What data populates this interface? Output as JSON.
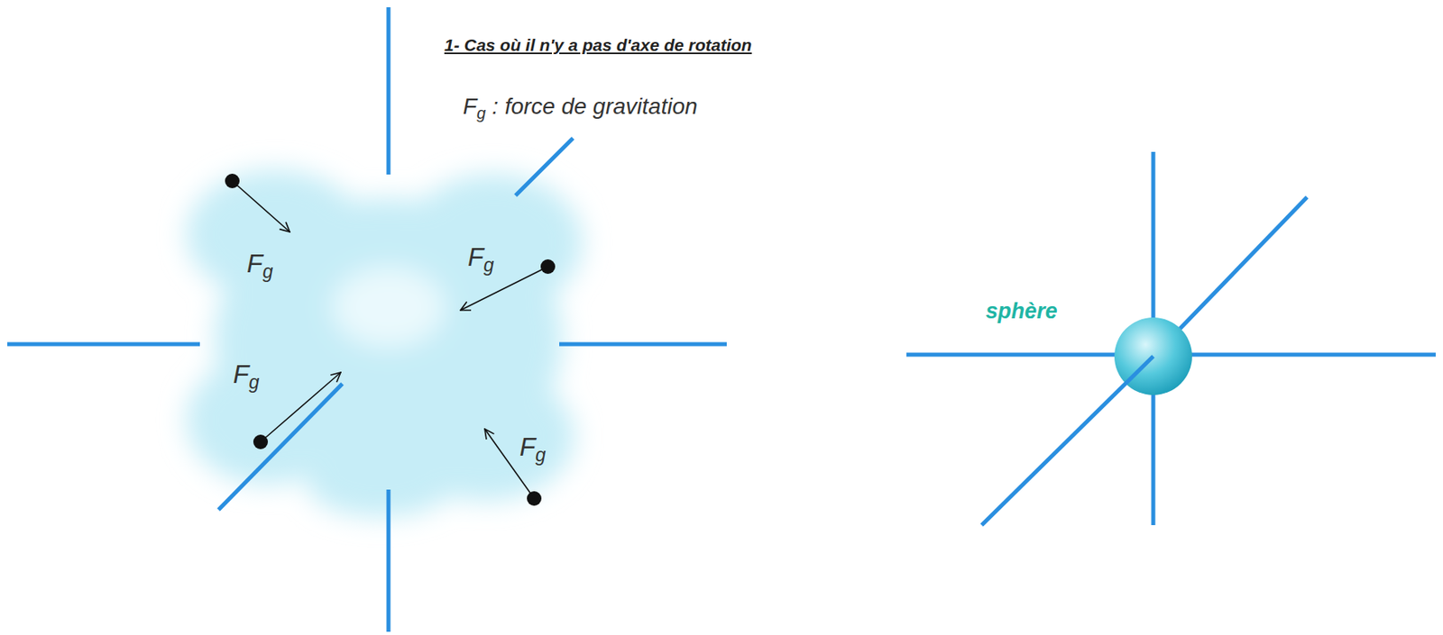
{
  "diagram": {
    "title": "1- Cas où il n'y a pas d'axe de rotation",
    "nodes": [
      {
        "text": [
          "sphère"
        ]
      }
    ],
    "labels": [
      "Fg : force de gravitation",
      "Fg",
      "Fg",
      "Fg",
      "Fg"
    ]
  }
}
